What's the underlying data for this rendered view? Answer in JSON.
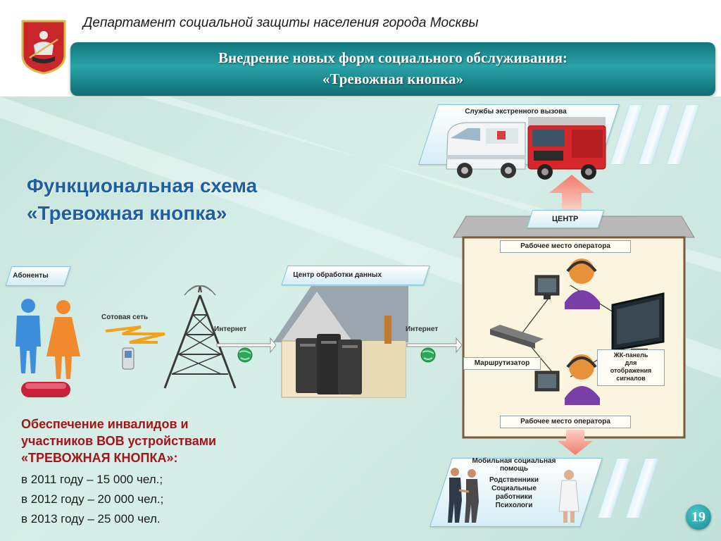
{
  "header": {
    "department": "Департамент социальной защиты населения города Москвы",
    "title_line1": "Внедрение новых форм социального обслуживания:",
    "title_line2": "«Тревожная кнопка»"
  },
  "diagram": {
    "heading_line1": "Функциональная схема",
    "heading_line2": "«Тревожная кнопка»",
    "labels": {
      "emergency": "Службы экстренного вызова",
      "center": "ЦЕНТР",
      "operator_top": "Рабочее место оператора",
      "operator_bottom": "Рабочее место оператора",
      "subscribers": "Абоненты",
      "cellular": "Сотовая сеть",
      "internet_left": "Интернет",
      "internet_right": "Интернет",
      "data_center": "Центр обработки данных",
      "router": "Маршрутизатор",
      "lcd_line1": "ЖК-панель",
      "lcd_line2": "для",
      "lcd_line3": "отображения",
      "lcd_line4": "сигналов",
      "mobile_line1": "Мобильная социальная",
      "mobile_line2": "помощь",
      "mobile_line3": "Родственники",
      "mobile_line4": "Социальные",
      "mobile_line5": "работники",
      "mobile_line6": "Психологи"
    }
  },
  "info": {
    "line1": "Обеспечение инвалидов и",
    "line2": "участников ВОВ устройствами",
    "line3": "«ТРЕВОЖНАЯ КНОПКА»:",
    "stats": [
      "в 2011 году – 15 000 чел.;",
      "в 2012 году – 20 000 чел.;",
      "в 2013 году – 25 000 чел."
    ]
  },
  "page_number": "19",
  "colors": {
    "banner": "#1f8f94",
    "heading": "#1d5fa2",
    "accent_red": "#b0181b",
    "building": "#fbf4df"
  }
}
